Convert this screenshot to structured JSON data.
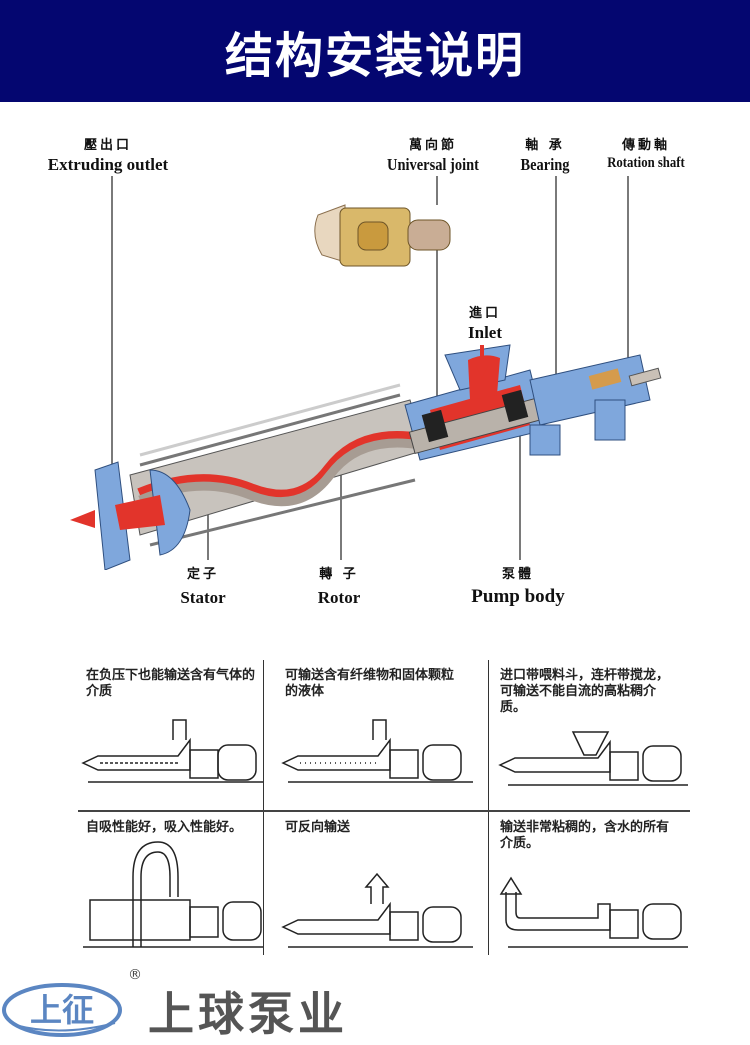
{
  "banner": {
    "title": "结构安装说明",
    "background": "#040670"
  },
  "labels": {
    "extruding_outlet": {
      "zh": "壓出口",
      "en": "Extruding outlet"
    },
    "universal_joint": {
      "zh": "萬向節",
      "en": "Universal joint"
    },
    "bearing": {
      "zh": "軸 承",
      "en": "Bearing"
    },
    "rotation_shaft": {
      "zh": "傳動軸",
      "en": "Rotation shaft"
    },
    "inlet": {
      "zh": "進口",
      "en": "Inlet"
    },
    "stator": {
      "zh": "定子",
      "en": "Stator"
    },
    "rotor": {
      "zh": "轉 子",
      "en": "Rotor"
    },
    "pump_body": {
      "zh": "泵體",
      "en": "Pump body"
    }
  },
  "features": [
    {
      "text": "在负压下也能输送含有气体的介质"
    },
    {
      "text": "可输送含有纤维物和固体颗粒的液体"
    },
    {
      "text": "进口带喂料斗，连杆带搅龙，可输送不能自流的高粘稠介质。"
    },
    {
      "text": "自吸性能好，吸入性能好。"
    },
    {
      "text": "可反向输送"
    },
    {
      "text": "输送非常粘稠的，含水的所有介质。"
    }
  ],
  "brand": {
    "logo_text": "上征",
    "registered": "®",
    "name": "上球泵业",
    "logo_color": "#5b86c2",
    "name_color": "#555555"
  },
  "colors": {
    "fluid": "#e2342b",
    "housing": "#7fa7dc",
    "metal": "#b9b2aa"
  }
}
